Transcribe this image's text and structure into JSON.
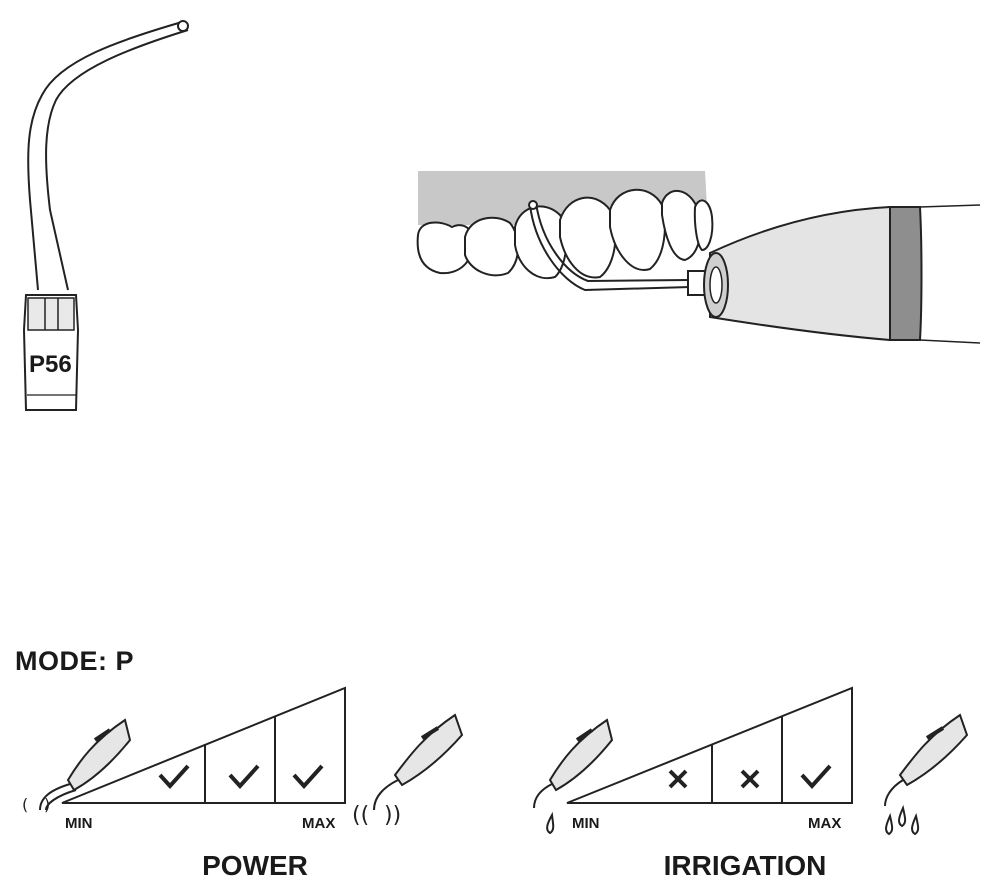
{
  "tip": {
    "label": "P56"
  },
  "mode": {
    "title": "MODE: P"
  },
  "power": {
    "title": "POWER",
    "min_label": "MIN",
    "max_label": "MAX",
    "levels": [
      "check",
      "check",
      "check"
    ]
  },
  "irrigation": {
    "title": "IRRIGATION",
    "min_label": "MIN",
    "max_label": "MAX",
    "levels": [
      "cross",
      "cross",
      "check"
    ]
  }
}
